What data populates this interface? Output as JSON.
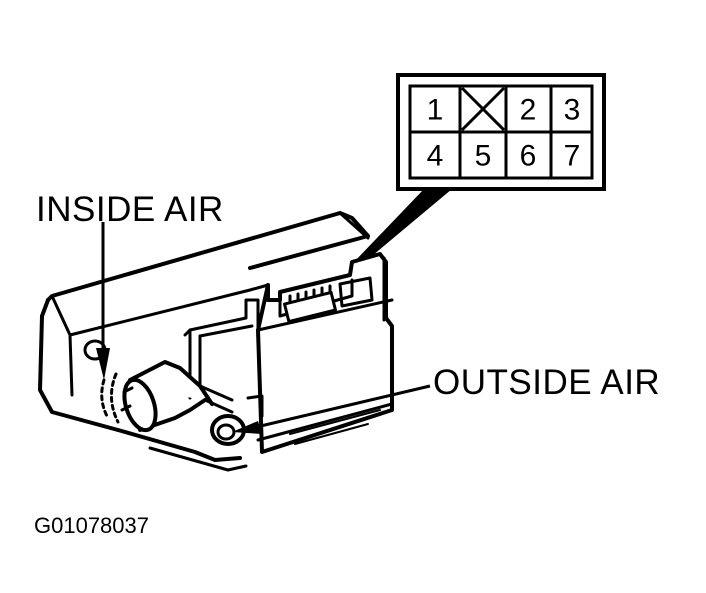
{
  "diagram": {
    "labels": {
      "inside_air": "INSIDE AIR",
      "outside_air": "OUTSIDE AIR",
      "figure_code": "G01078037"
    },
    "connector_pins": {
      "top_row": [
        "1",
        "",
        "2",
        "3"
      ],
      "bottom_row": [
        "4",
        "5",
        "6",
        "7"
      ],
      "blank_pin_marker": "X"
    },
    "colors": {
      "ink": "#000000",
      "paper": "#ffffff"
    }
  }
}
